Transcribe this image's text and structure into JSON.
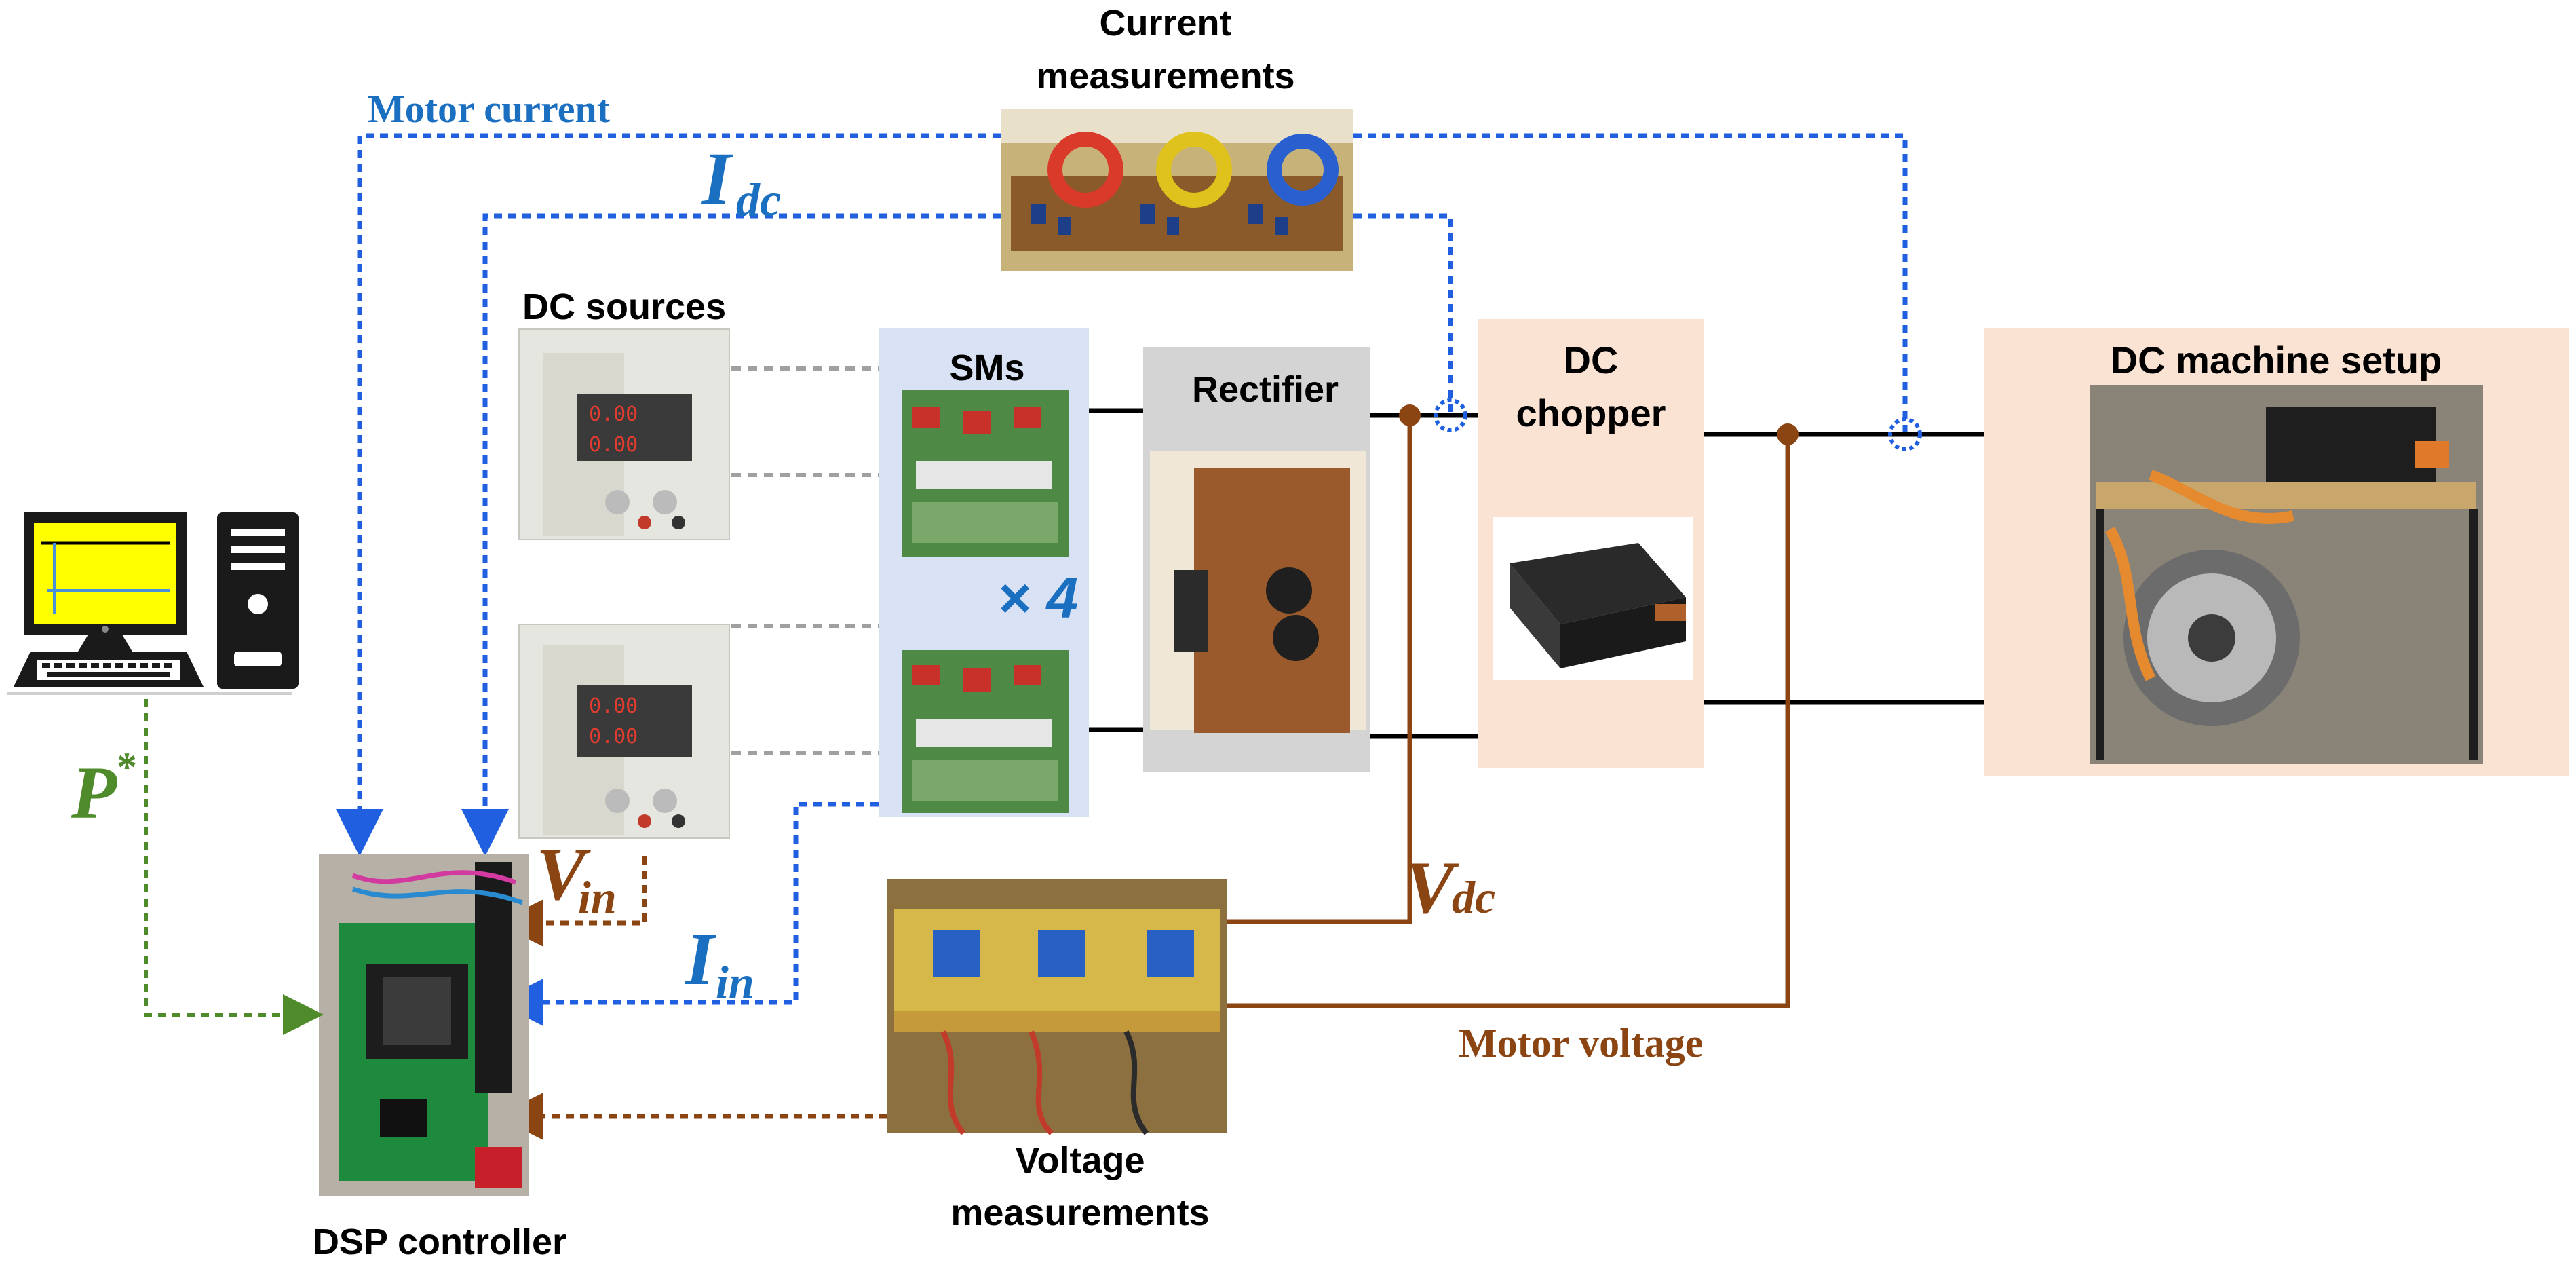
{
  "labels": {
    "current_meas_line1": "Current",
    "current_meas_line2": "measurements",
    "motor_current": "Motor current",
    "idc_main": "I",
    "idc_sub": "dc",
    "dc_sources": "DC sources",
    "sms": "SMs",
    "times4": "× 4",
    "rectifier": "Rectifier",
    "dc_chopper_line1": "DC",
    "dc_chopper_line2": "chopper",
    "dc_machine": "DC machine setup",
    "pstar_main": "P",
    "pstar_sup": "*",
    "vin_main": "V",
    "vin_sub": "in",
    "iin_main": "I",
    "iin_sub": "in",
    "vdc_main": "V",
    "vdc_sub": "dc",
    "motor_voltage": "Motor voltage",
    "voltage_meas_line1": "Voltage",
    "voltage_meas_line2": "measurements",
    "dsp_controller": "DSP controller"
  },
  "colors": {
    "current_signal": "#1f5fe0",
    "current_label": "#1a6fc0",
    "voltage_signal": "#8b4513",
    "reference_signal": "#4f8a2b",
    "power_line": "#000000",
    "source_link": "#a0a0a0",
    "sm_panel": "#d9e2f5",
    "rectifier_panel": "#d4d4d4",
    "chopper_panel": "#fbe3d3",
    "machine_panel": "#fbe3d3"
  }
}
